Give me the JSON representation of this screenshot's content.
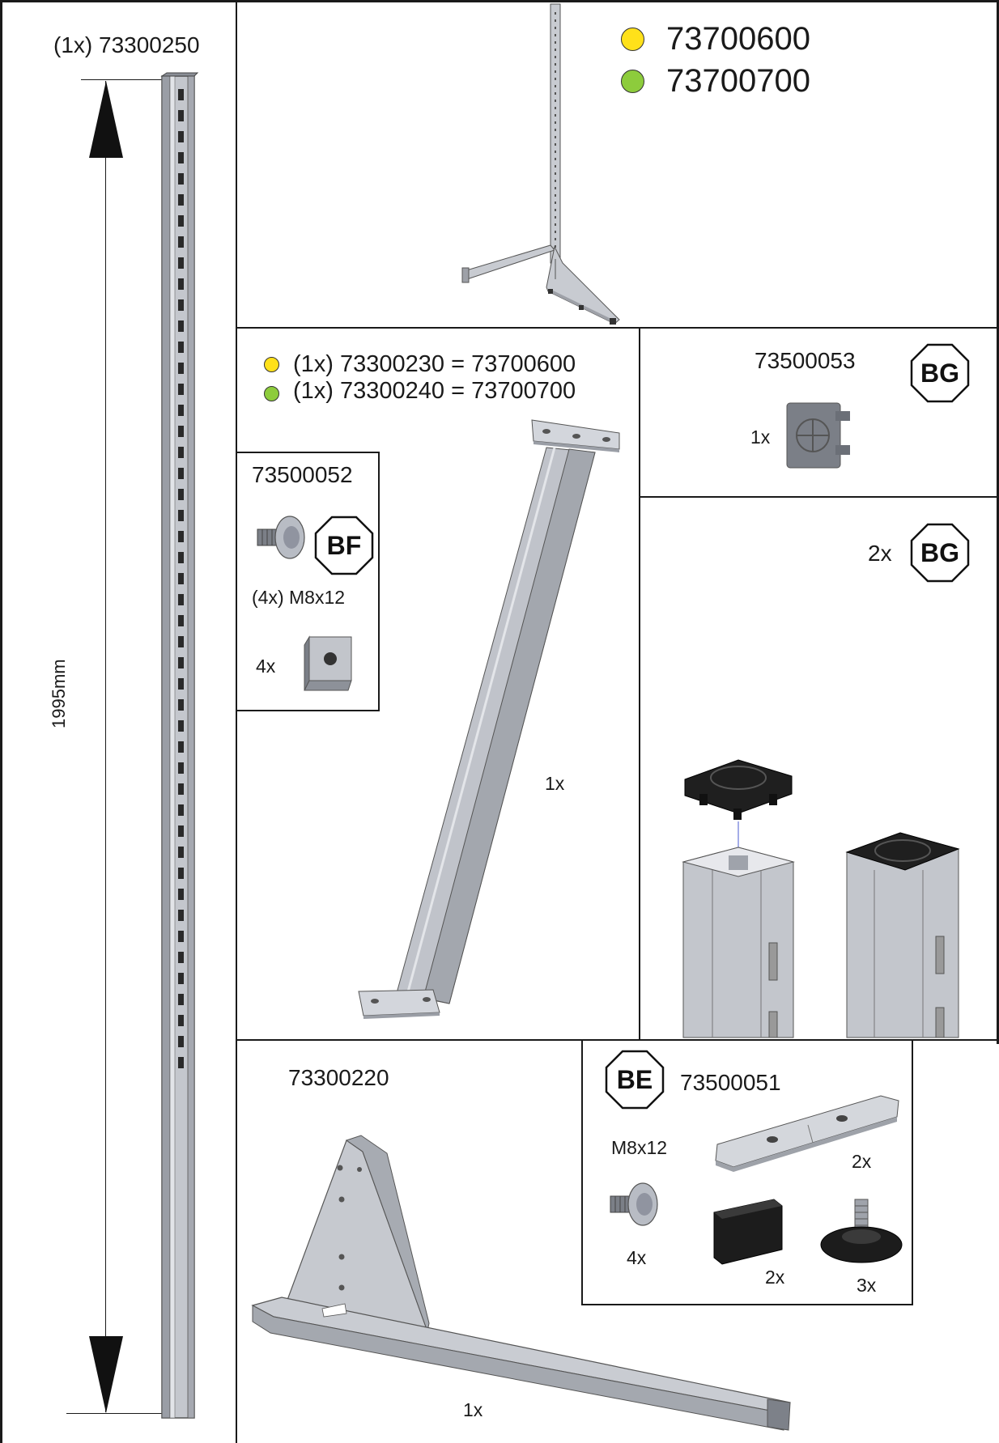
{
  "colors": {
    "yellow": "#ffe11a",
    "green": "#8dcc3c",
    "steel": "#b9bcc3",
    "steel_dark": "#8b8f98",
    "black_part": "#1c1c1c"
  },
  "panel_upright": {
    "title": "(1x) 73300250",
    "dimension": "1995mm"
  },
  "panel_assembly": {
    "models": [
      {
        "color": "yellow",
        "number": "73700600"
      },
      {
        "color": "green",
        "number": "73700700"
      }
    ]
  },
  "panel_brace": {
    "variants": [
      {
        "color": "yellow",
        "text": "(1x) 73300230 = 73700600"
      },
      {
        "color": "green",
        "text": "(1x) 73300240 = 73700700"
      }
    ],
    "qty": "1x",
    "kit": {
      "code": "73500052",
      "badge": "BF",
      "bolt_label": "(4x) M8x12",
      "nut_qty": "4x"
    }
  },
  "panel_cap": {
    "code": "73500053",
    "badge": "BG",
    "qty": "1x"
  },
  "panel_cap_install": {
    "qty": "2x",
    "badge": "BG"
  },
  "panel_foot": {
    "code": "73300220",
    "qty": "1x",
    "kit": {
      "badge": "BE",
      "code": "73500051",
      "bolt_label": "M8x12",
      "bolt_qty": "4x",
      "plate_qty": "2x",
      "endcap_qty": "2x",
      "leveler_qty": "3x"
    }
  }
}
